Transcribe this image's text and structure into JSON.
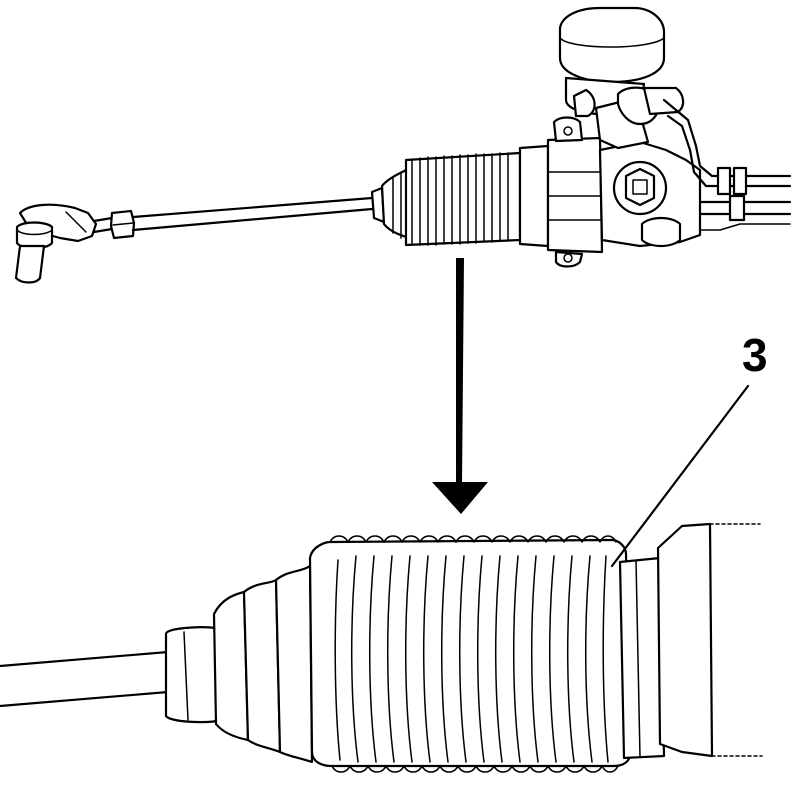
{
  "callouts": [
    {
      "label": "3",
      "target": "steering-rack-boot"
    }
  ],
  "icons": {
    "overview": "steering-rack-assembly-illustration",
    "arrow": "down-arrow-icon",
    "detail": "rack-boot-detail-illustration"
  },
  "colors": {
    "line": "#000000",
    "background": "#ffffff"
  }
}
